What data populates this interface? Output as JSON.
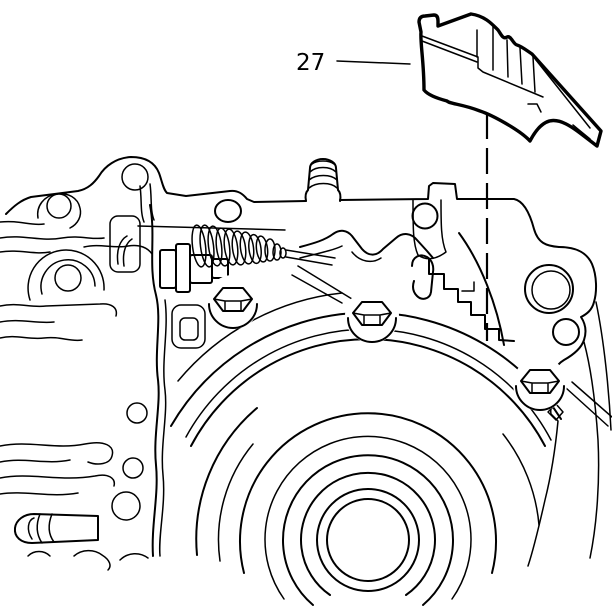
{
  "figure": {
    "kind": "service-manual line illustration",
    "background_color": "#ffffff",
    "line_color": "#000000",
    "callouts": [
      {
        "label": "27",
        "points_to": "cover-part",
        "leader_style": "solid",
        "position_line_style": "dashed"
      }
    ],
    "components": [
      {
        "name": "cover-part-27",
        "description": "wedge-shaped cover shown removed above the case"
      },
      {
        "name": "transmission-case",
        "description": "automatic transaxle case, side view"
      },
      {
        "name": "valve-body",
        "description": "maze of hydraulic passages on left side"
      },
      {
        "name": "detent-spring",
        "description": "conical coil spring with plunger"
      },
      {
        "name": "manual-lever",
        "description": "wavy detent comb and linkage"
      },
      {
        "name": "bell-housing",
        "description": "concentric converter-opening rings"
      },
      {
        "name": "hex-bolts",
        "count": 3
      },
      {
        "name": "threaded-stud",
        "count": 1
      }
    ]
  }
}
